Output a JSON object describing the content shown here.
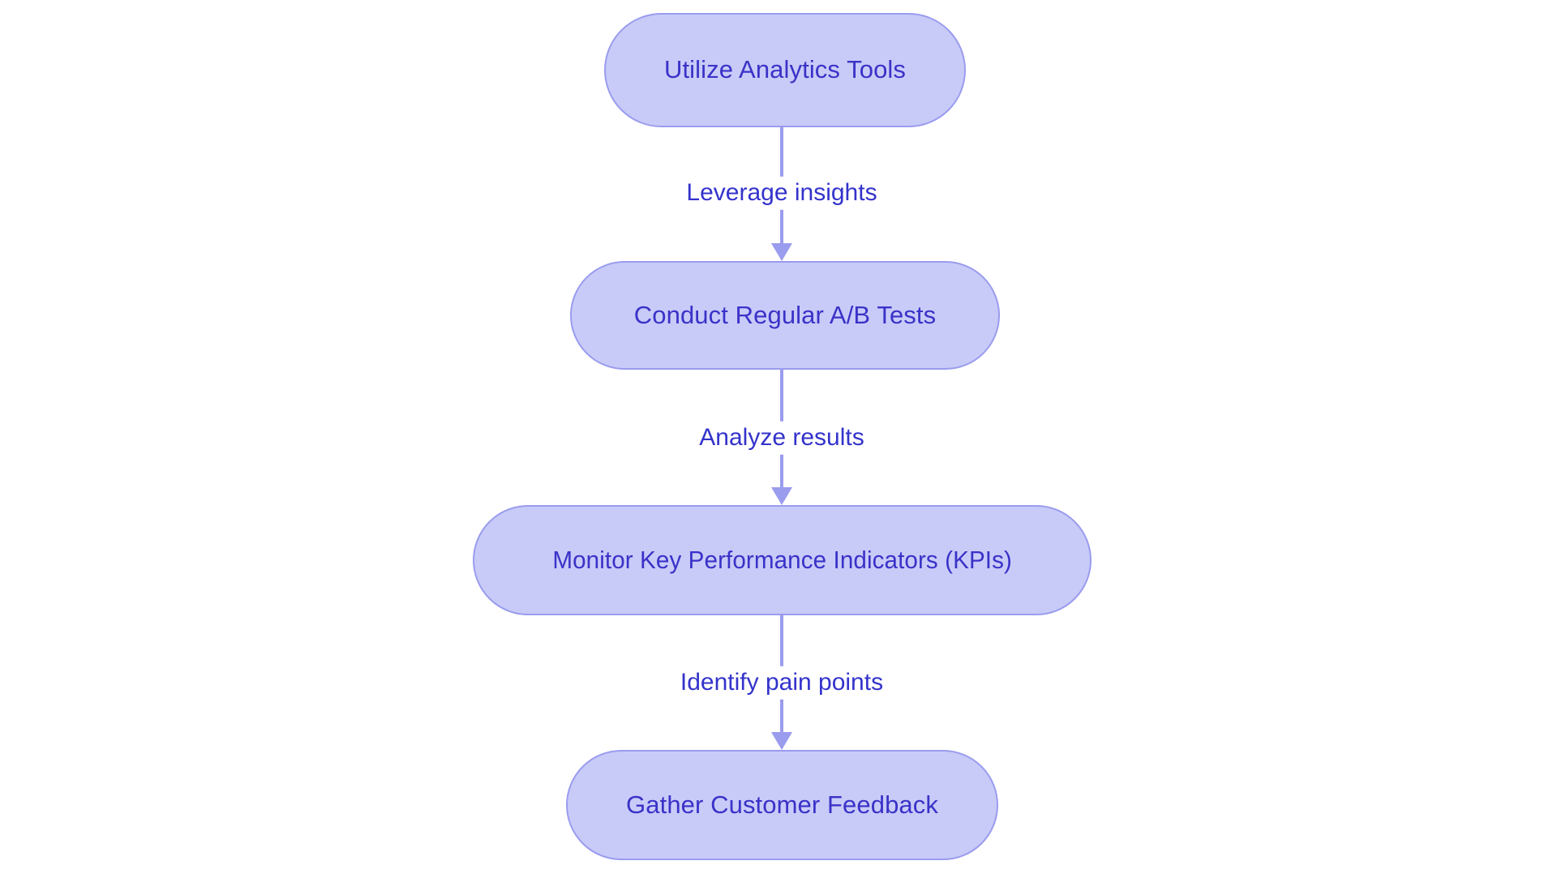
{
  "diagram": {
    "type": "flowchart",
    "orientation": "top-to-bottom",
    "background_color": "#FFFFFF",
    "node_fill_color": "#C8CBF8",
    "node_border_color": "#9A9CEE",
    "node_text_color": "#3A32C8",
    "edge_color": "#9A9CEE",
    "edge_label_text_color": "#3333CC",
    "node_shape": "stadium",
    "nodes": [
      {
        "id": "n1",
        "label": "Utilize Analytics Tools"
      },
      {
        "id": "n2",
        "label": "Conduct Regular A/B Tests"
      },
      {
        "id": "n3",
        "label": "Monitor Key Performance Indicators (KPIs)"
      },
      {
        "id": "n4",
        "label": "Gather Customer Feedback"
      }
    ],
    "edges": [
      {
        "from": "n1",
        "to": "n2",
        "label": "Leverage insights",
        "arrow": "arrowhead-down-icon"
      },
      {
        "from": "n2",
        "to": "n3",
        "label": "Analyze results",
        "arrow": "arrowhead-down-icon"
      },
      {
        "from": "n3",
        "to": "n4",
        "label": "Identify pain points",
        "arrow": "arrowhead-down-icon"
      }
    ]
  }
}
